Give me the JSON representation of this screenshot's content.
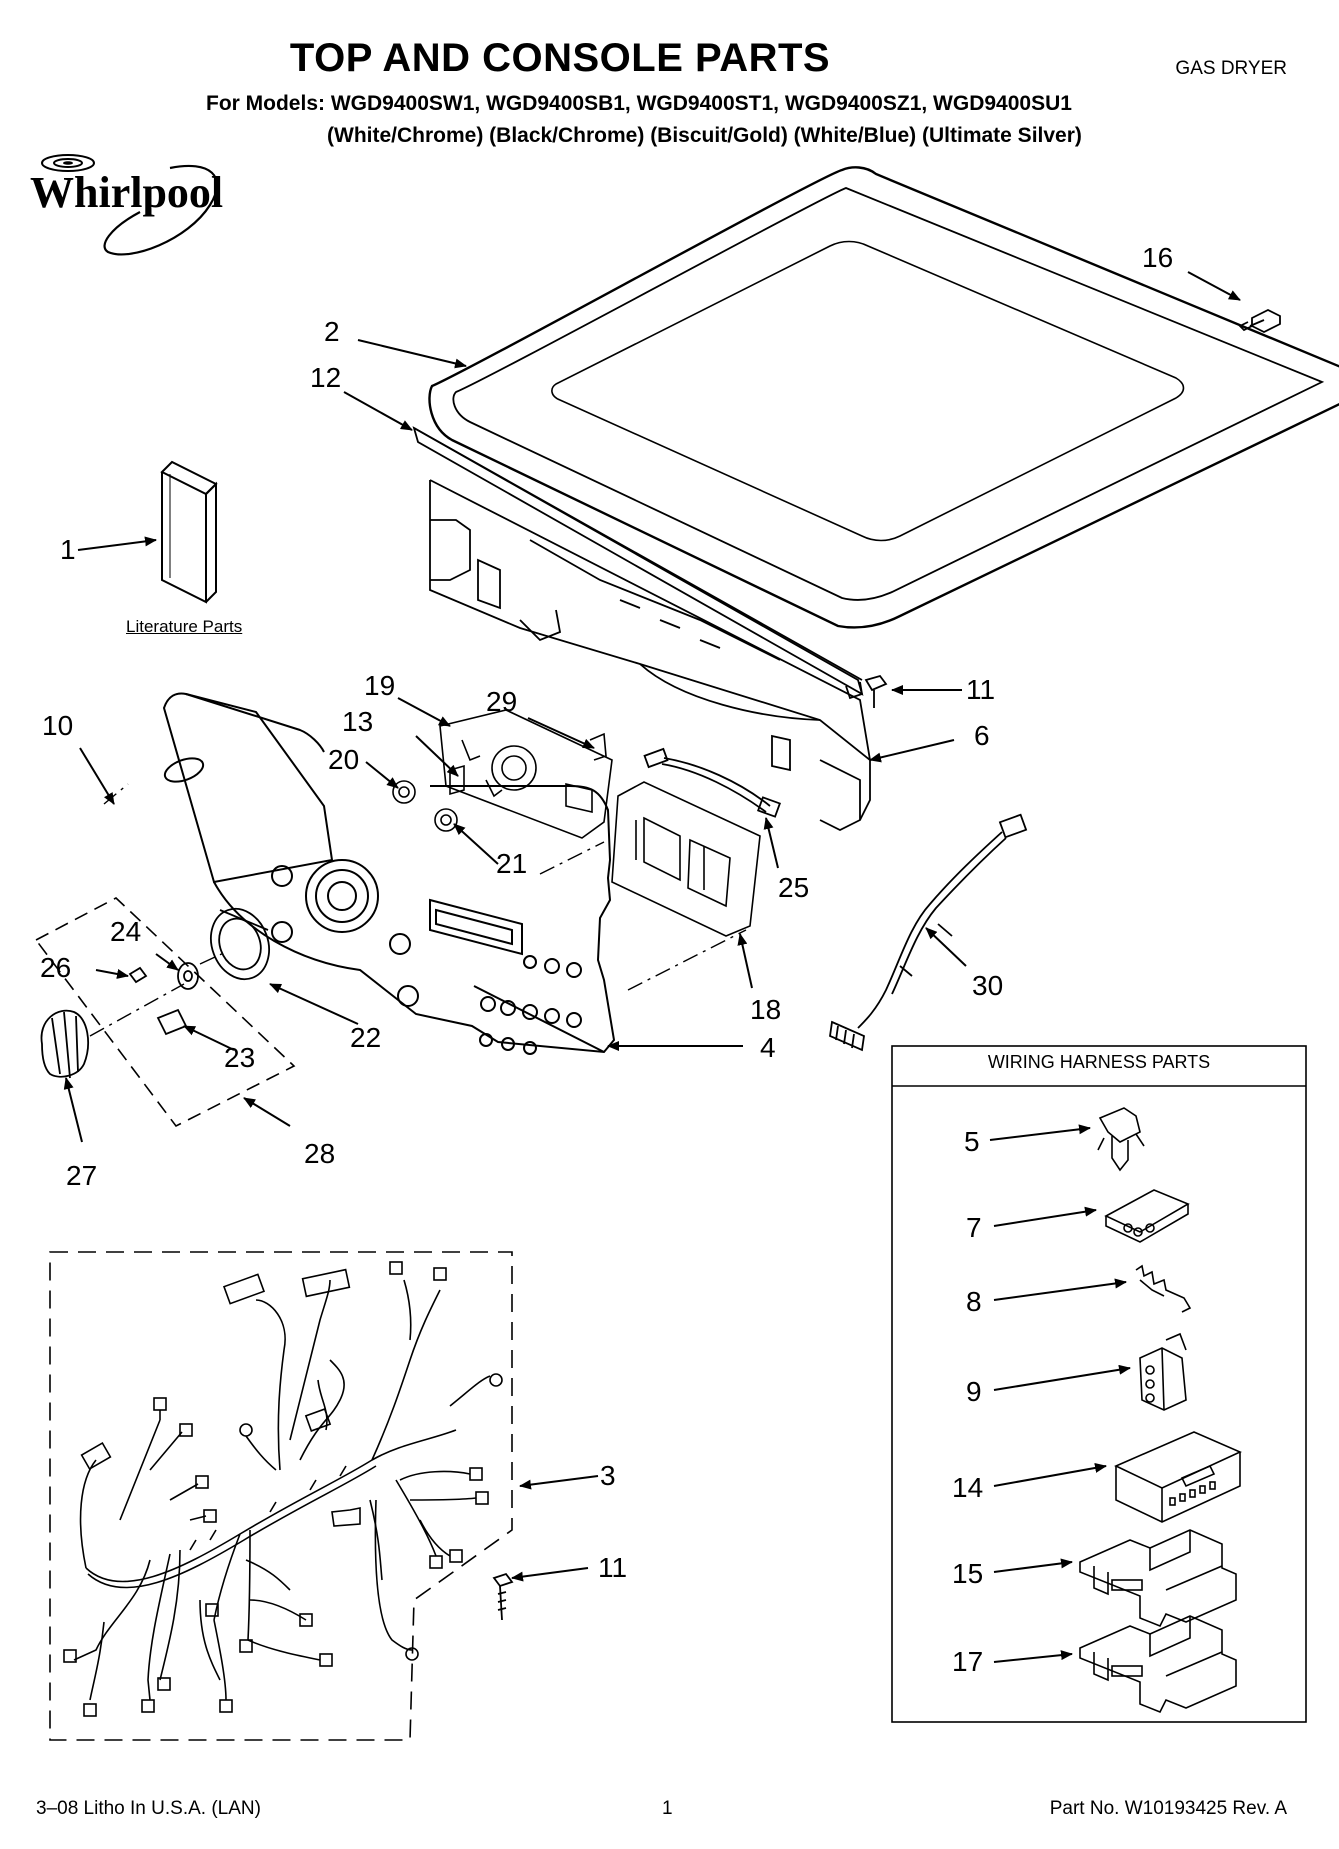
{
  "header": {
    "title": "TOP AND CONSOLE PARTS",
    "appliance_type": "GAS DRYER",
    "models_line": "For Models: WGD9400SW1, WGD9400SB1, WGD9400ST1, WGD9400SZ1, WGD9400SU1",
    "finishes_line": "(White/Chrome) (Black/Chrome) (Biscuit/Gold)  (White/Blue) (Ultimate Silver)"
  },
  "brand": {
    "name": "Whirlpool",
    "color": "#000000"
  },
  "literature_label": "Literature Parts",
  "wiring_harness_box": {
    "title": "WIRING HARNESS PARTS"
  },
  "callouts": {
    "c1": "1",
    "c2": "2",
    "c3": "3",
    "c4": "4",
    "c5": "5",
    "c6": "6",
    "c7": "7",
    "c8": "8",
    "c9": "9",
    "c10": "10",
    "c11a": "11",
    "c11b": "11",
    "c12": "12",
    "c13": "13",
    "c14": "14",
    "c15": "15",
    "c16": "16",
    "c17": "17",
    "c18": "18",
    "c19": "19",
    "c20": "20",
    "c21": "21",
    "c22": "22",
    "c23": "23",
    "c24": "24",
    "c25": "25",
    "c26": "26",
    "c27": "27",
    "c28": "28",
    "c29": "29",
    "c30": "30"
  },
  "footer": {
    "litho": "3–08 Litho In U.S.A. (LAN)",
    "page": "1",
    "part_no": "Part No. W10193425 Rev. A"
  }
}
